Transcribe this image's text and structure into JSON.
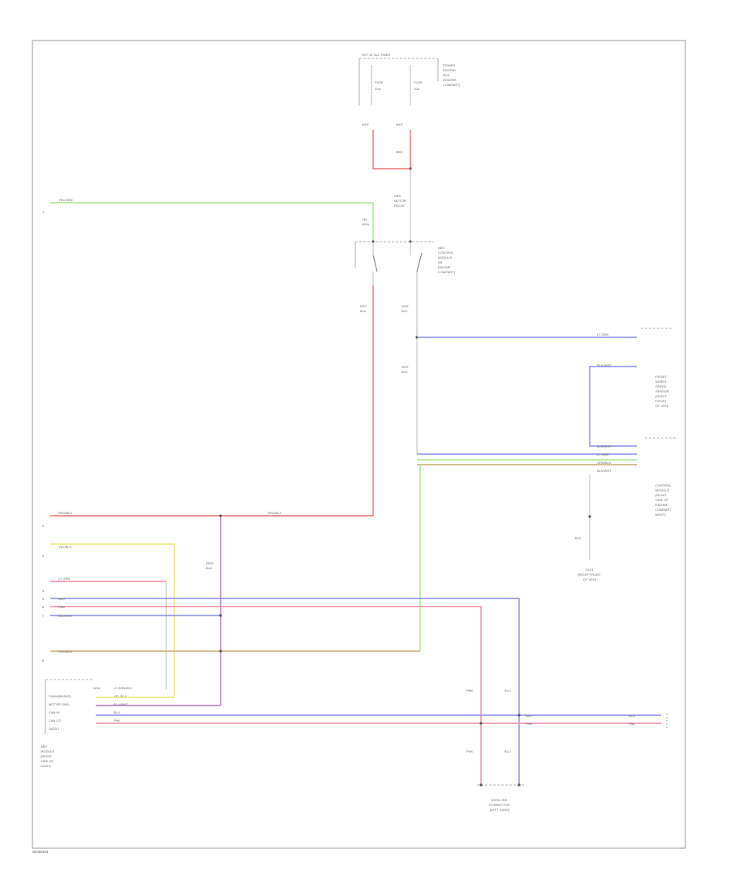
{
  "footer": {
    "figure_id": "W109403"
  },
  "colors": {
    "red": "#f07070",
    "pink": "#f08aa0",
    "blue": "#8a8aee",
    "green": "#a6e68a",
    "yellow": "#e8e870",
    "tan": "#c8aa70",
    "gray": "#b8b8b8",
    "violet": "#b070c8",
    "frame": "#9a9a9a",
    "text": "#6a6a6a"
  },
  "top_block": {
    "bus_label": "HOT AT ALL TIMES",
    "fuse_left": [
      "FUSE",
      "20A"
    ],
    "fuse_right": [
      "FUSE",
      "10A"
    ],
    "fuse_box_label": [
      "POWER",
      "DISTRIB",
      "BOX",
      "(ENGINE",
      "COMPART)"
    ],
    "wire_left": "WHT",
    "wire_right": "WHT",
    "wire_red": "RED",
    "relay_label": [
      "ABS",
      "MOTOR",
      "RELAY"
    ],
    "wire_ylw": [
      "YEL",
      "GRN"
    ],
    "module_label": [
      "ABS",
      "CONTROL",
      "MODULE",
      "(IN",
      "ENGINE",
      "COMPART)"
    ]
  },
  "mid_wires": {
    "left_down": [
      "RED",
      "BLK"
    ],
    "right_down": [
      "WHT",
      "BLK"
    ],
    "right_down2": [
      "WHT",
      "BLK"
    ]
  },
  "left_connector_rows": [
    {
      "pin": "1",
      "label": "YEL/GRN"
    },
    {
      "pin": "2",
      "label": "RED/BLK"
    },
    {
      "pin": "3",
      "label": "YEL/BLK"
    },
    {
      "pin": "4",
      "label": "LT GRN"
    },
    {
      "pin": "5",
      "label": "BLU"
    },
    {
      "pin": "6",
      "label": "PNK"
    },
    {
      "pin": "7",
      "label": "BLU/WHT"
    },
    {
      "pin": "8",
      "label": "ORN/BLK"
    }
  ],
  "right_top": {
    "wire": "LT GRN",
    "wire2": "BLK/WHT",
    "sensor_label": [
      "FRONT",
      "WHEEL",
      "SPEED",
      "SENSOR",
      "(RIGHT",
      "FRONT",
      "OF VEH)"
    ]
  },
  "right_mid": {
    "wires": [
      "BLK/WHT",
      "LT GRN",
      "ORN/BLK",
      "BLK/WHT"
    ],
    "module_label": [
      "CONTROL",
      "MODULE",
      "(RIGHT",
      "SIDE OF",
      "ENGINE",
      "COMPART",
      "MENT)"
    ],
    "ground_wire": "BLK",
    "ground_label": [
      "G101",
      "(RIGHT FRONT",
      "OF VEH)"
    ]
  },
  "bottom_connector": {
    "left_labels": [
      "LT GRN/BLK",
      "YEL/BLK",
      "BLU/WHT",
      "BLU",
      "PNK"
    ],
    "pin_labels": [
      "NCA",
      "CANH(BRAKE)",
      "MOTOR GND",
      "CAN HI",
      "CAN LO",
      "DATA 1"
    ],
    "module_label": [
      "ABS",
      "MODULE",
      "(RIGHT",
      "SIDE OF",
      "DASH)"
    ]
  },
  "dlc": {
    "wire_left": "PNK",
    "wire_right": "BLU",
    "label": [
      "DATA LINK",
      "CONNECTOR",
      "(LEFT DASH)"
    ]
  },
  "bottom_right_wires": [
    "BLU",
    "PNK"
  ],
  "vertical_label": [
    "RED/",
    "BLK"
  ]
}
